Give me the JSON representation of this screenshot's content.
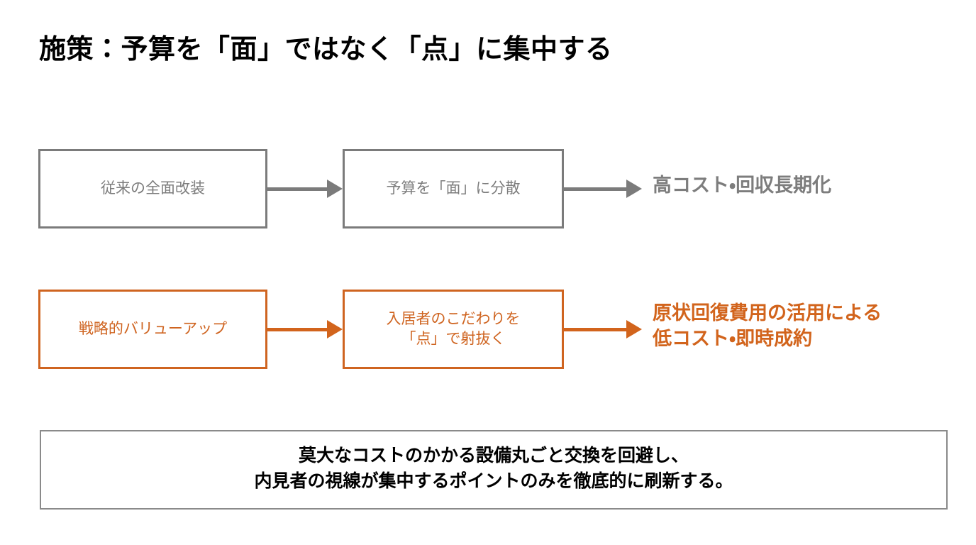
{
  "page": {
    "title": "施策：予算を「面」ではなく「点」に集中する",
    "background_color": "#ffffff"
  },
  "colors": {
    "gray_line": "#7b7b7b",
    "gray_text": "#7d7d7d",
    "orange_line": "#cf6420",
    "orange_text": "#d2641c",
    "title_text": "#000000",
    "summary_border": "#8a8a8a"
  },
  "flows": [
    {
      "id": "conventional",
      "accent": "#7b7b7b",
      "boxes": [
        {
          "label": "従来の全面改装"
        },
        {
          "label": "予算を「面」に分散"
        }
      ],
      "arrows": [
        {
          "name": "arrow-conventional-1"
        },
        {
          "name": "arrow-conventional-2"
        }
      ],
      "outcome": {
        "lines": [
          "高コスト・回収長期化"
        ]
      }
    },
    {
      "id": "strategic",
      "accent": "#cf6420",
      "boxes": [
        {
          "label": "戦略的バリューアップ"
        },
        {
          "label_line1": "入居者のこだわりを",
          "label_line2": "「点」で射抜く"
        }
      ],
      "arrows": [
        {
          "name": "arrow-strategic-1"
        },
        {
          "name": "arrow-strategic-2"
        }
      ],
      "outcome": {
        "lines": [
          "原状回復費用の活用による",
          "低コスト・即時成約"
        ]
      }
    }
  ],
  "summary": {
    "line1": "莫大なコストのかかる設備丸ごと交換を回避し、",
    "line2": "内見者の視線が集中するポイントのみを徹底的に刷新する。"
  }
}
